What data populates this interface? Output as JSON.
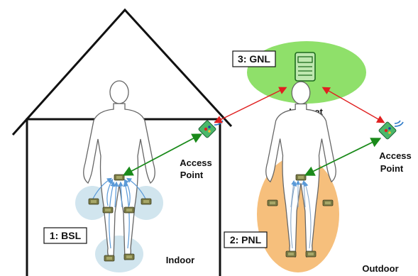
{
  "labels": {
    "gnl": "3: GNL",
    "bsl": "1: BSL",
    "pnl": "2: PNL",
    "internet": "Internet",
    "indoor": "Indoor",
    "outdoor": "Outdoor",
    "access_point_left": [
      "Access",
      "Point"
    ],
    "access_point_right": [
      "Access",
      "Point"
    ]
  },
  "colors": {
    "house": "#111111",
    "internet_cloud": "#8fe06a",
    "pnl_ellipse": "#f6bf7c",
    "bsl_glow": "#cfe4ee",
    "link_green": "#1a8a1a",
    "link_red": "#e02020",
    "sensor": "#6b6b3a",
    "body_outline": "#666666",
    "signal_blue": "#5a9ad8"
  },
  "icons": {
    "server": "server-icon",
    "access_point": "wireless-access-point-icon",
    "sensor": "sensor-node-icon"
  }
}
